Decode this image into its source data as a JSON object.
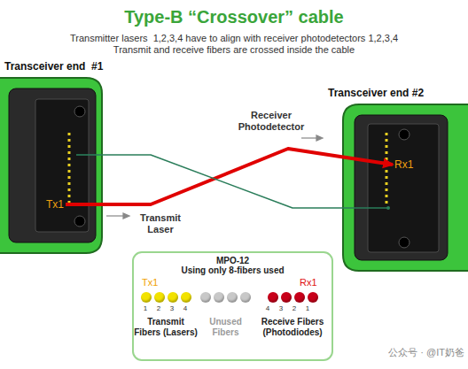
{
  "diagram": {
    "title": "Type-B “Crossover” cable",
    "nodes": [
      {
        "text": [
          "Transceiver end  #1"
        ]
      },
      {
        "text": [
          "Tx1"
        ],
        "in": 0
      },
      {
        "text": [
          "Transceiver end #2"
        ]
      },
      {
        "text": [
          "Rx1"
        ],
        "in": 2
      },
      {
        "text": [
          "MPO-12",
          "Using only 8-fibers used"
        ]
      }
    ],
    "edges": [
      {
        "from": 1,
        "to": 3,
        "arrow": "to"
      },
      {
        "from": 0,
        "to": 2,
        "arrow": "none"
      }
    ],
    "labels": [
      "Transmitter lasers  1,2,3,4 have to align with receiver photodetectors 1,2,3,4",
      "Transmit and receive fibers are crossed inside the cable",
      "Transmit Laser",
      "Receiver Photodetector",
      "Tx1",
      "Rx1",
      "1",
      "2",
      "3",
      "4",
      "4",
      "3",
      "2",
      "1",
      "公众号 · @IT奶爸"
    ],
    "legend": [
      {
        "text": "Transmit Fibers (Lasers)",
        "color": "#f2e200"
      },
      {
        "text": "Unused Fibers",
        "color": "#c8c8c8"
      },
      {
        "text": "Receive Fibers (Photodiodes)",
        "color": "#c8001a"
      }
    ]
  }
}
